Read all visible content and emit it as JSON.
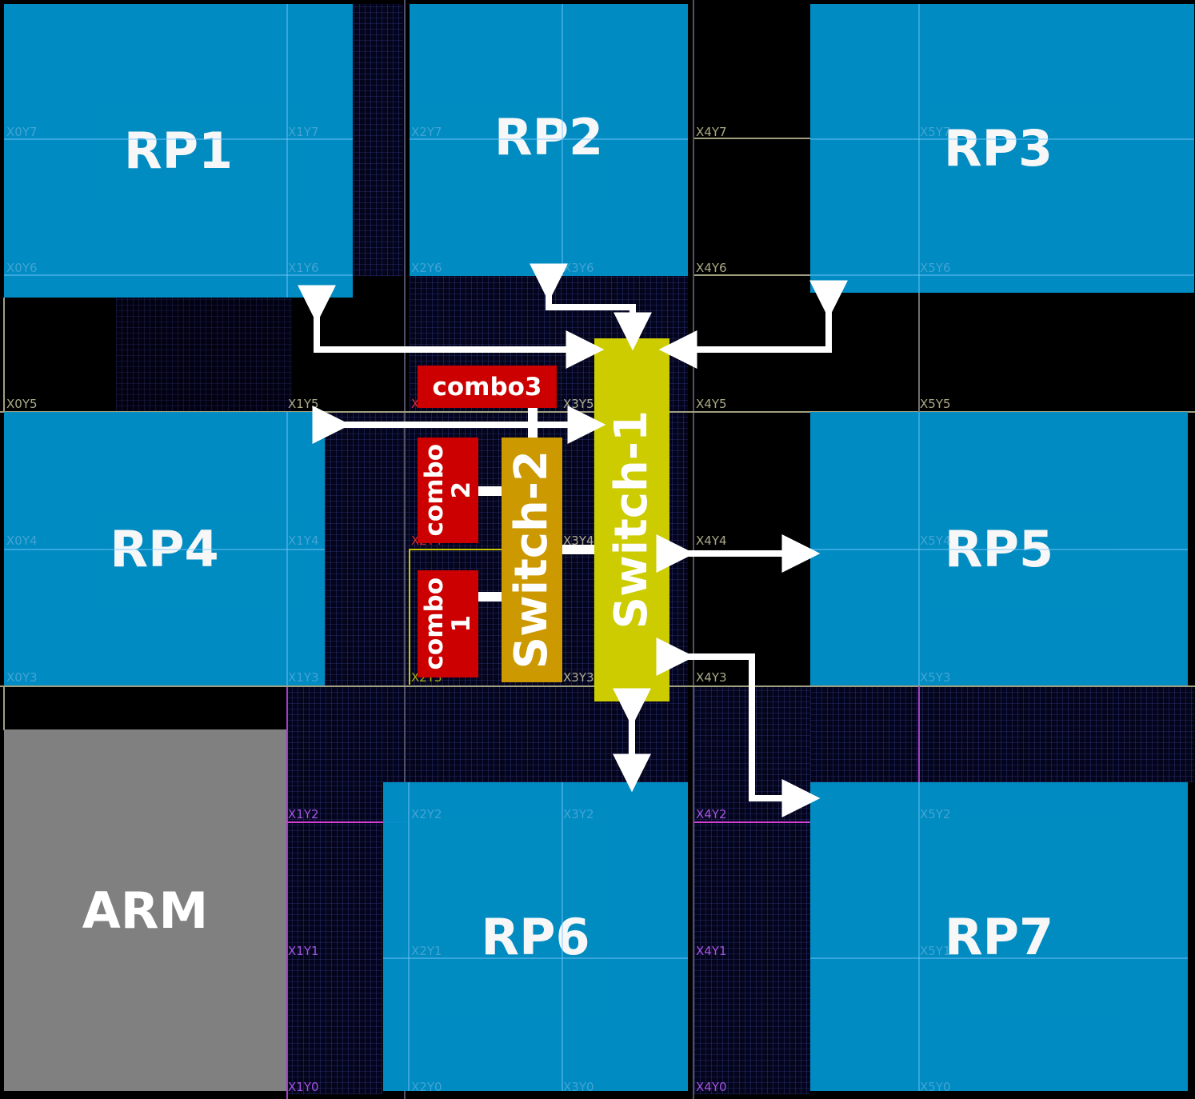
{
  "blocks": {
    "rp1": "RP1",
    "rp2": "RP2",
    "rp3": "RP3",
    "rp4": "RP4",
    "rp5": "RP5",
    "rp6": "RP6",
    "rp7": "RP7",
    "arm": "ARM",
    "combo1": "combo\n1",
    "combo2": "combo\n2",
    "combo3": "combo3",
    "switch1": "Switch-1",
    "switch2": "Switch-2"
  },
  "colors": {
    "rp": "#0090c8",
    "arm": "#808080",
    "combo": "#cc0000",
    "switch1": "#cccc00",
    "switch2": "#cc9900",
    "arrow": "#ffffff"
  },
  "clock_regions": [
    {
      "label": "X0Y7",
      "color": "#4fa8d8"
    },
    {
      "label": "X1Y7",
      "color": "#4fa8d8"
    },
    {
      "label": "X2Y7",
      "color": "#4fa8d8"
    },
    {
      "label": "X4Y7",
      "color": "#c8c8a0"
    },
    {
      "label": "X5Y7",
      "color": "#4fa8d8"
    },
    {
      "label": "X0Y6",
      "color": "#4fa8d8"
    },
    {
      "label": "X1Y6",
      "color": "#4fa8d8"
    },
    {
      "label": "X2Y6",
      "color": "#4fa8d8"
    },
    {
      "label": "X3Y6",
      "color": "#4fa8d8"
    },
    {
      "label": "X4Y6",
      "color": "#c8c8a0"
    },
    {
      "label": "X5Y6",
      "color": "#4fa8d8"
    },
    {
      "label": "X0Y5",
      "color": "#c8c8a0"
    },
    {
      "label": "X1Y5",
      "color": "#c8c8a0"
    },
    {
      "label": "X2Y5",
      "color": "#ff3030"
    },
    {
      "label": "X3Y5",
      "color": "#c8c8a0"
    },
    {
      "label": "X4Y5",
      "color": "#c8c8a0"
    },
    {
      "label": "X5Y5",
      "color": "#c8c8a0"
    },
    {
      "label": "X0Y4",
      "color": "#4fa8d8"
    },
    {
      "label": "X1Y4",
      "color": "#4fa8d8"
    },
    {
      "label": "X2Y4",
      "color": "#ff3030"
    },
    {
      "label": "X3Y4",
      "color": "#c8c8a0"
    },
    {
      "label": "X4Y4",
      "color": "#c8c8a0"
    },
    {
      "label": "X5Y4",
      "color": "#4fa8d8"
    },
    {
      "label": "X0Y3",
      "color": "#4fa8d8"
    },
    {
      "label": "X1Y3",
      "color": "#4fa8d8"
    },
    {
      "label": "X2Y3",
      "color": "#c8c800"
    },
    {
      "label": "X3Y3",
      "color": "#c8c8a0"
    },
    {
      "label": "X4Y3",
      "color": "#c8c8a0"
    },
    {
      "label": "X5Y3",
      "color": "#4fa8d8"
    },
    {
      "label": "X1Y2",
      "color": "#c060ff"
    },
    {
      "label": "X2Y2",
      "color": "#4fa8d8"
    },
    {
      "label": "X3Y2",
      "color": "#4fa8d8"
    },
    {
      "label": "X4Y2",
      "color": "#c060ff"
    },
    {
      "label": "X5Y2",
      "color": "#4fa8d8"
    },
    {
      "label": "X1Y1",
      "color": "#c060ff"
    },
    {
      "label": "X2Y1",
      "color": "#4fa8d8"
    },
    {
      "label": "X4Y1",
      "color": "#c060ff"
    },
    {
      "label": "X5Y1",
      "color": "#4fa8d8"
    },
    {
      "label": "X1Y0",
      "color": "#c060ff"
    },
    {
      "label": "X2Y0",
      "color": "#4fa8d8"
    },
    {
      "label": "X3Y0",
      "color": "#4fa8d8"
    },
    {
      "label": "X4Y0",
      "color": "#c060ff"
    },
    {
      "label": "X5Y0",
      "color": "#4fa8d8"
    }
  ]
}
